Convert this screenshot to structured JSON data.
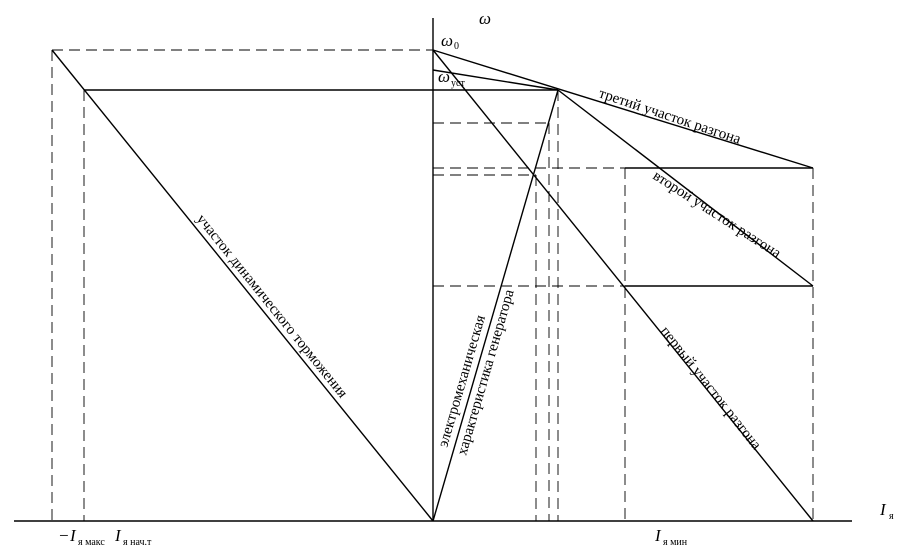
{
  "axes": {
    "y_symbol": "ω",
    "x_symbol": "I",
    "x_subscript": "я"
  },
  "levels": {
    "omega0_symbol": "ω",
    "omega0_sub": "0",
    "omega_ust_symbol": "ω",
    "omega_ust_sub": "уст"
  },
  "currents": {
    "i_max_prefix": "−",
    "i_max_symbol": "I",
    "i_max_sub": "я макс",
    "i_nach_symbol": "I",
    "i_nach_sub": "я нач.т",
    "i_min_symbol": "I",
    "i_min_sub": "я мин"
  },
  "segments": {
    "third": "третий участок разгона",
    "second": "второй участок разгона",
    "first": "первый участок разгона",
    "braking": "участок динамического торможения",
    "generator_line1": "электромеханическая",
    "generator_line2": "характеристика генератора"
  }
}
